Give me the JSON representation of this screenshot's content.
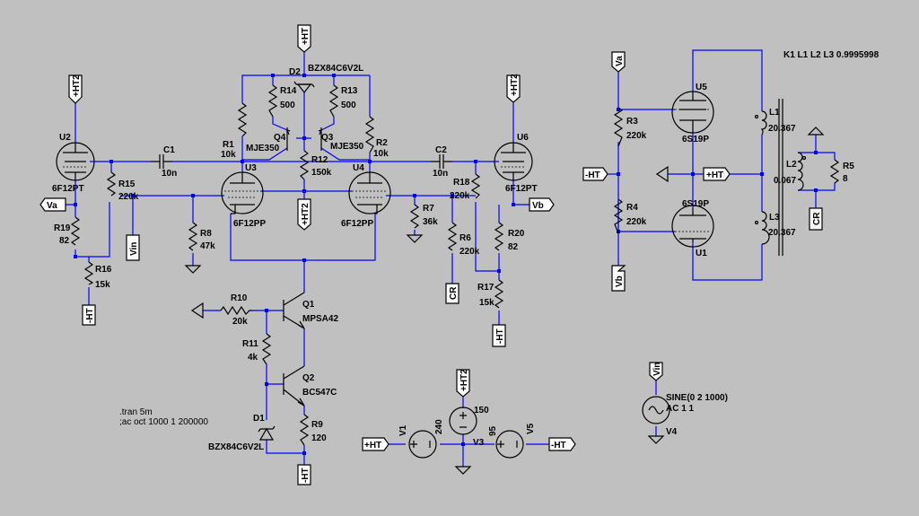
{
  "colors": {
    "background": "#c0c0c0",
    "wire": "#0000ff",
    "component": "#000000",
    "flag_fill": "#ffffff"
  },
  "directives": {
    "tran": ".tran 5m",
    "ac": ";ac oct 1000 1 200000",
    "coupling": "K1 L1 L2 L3 0.9995998"
  },
  "tubes": {
    "U2": {
      "ref": "U2",
      "model": "6F12PT"
    },
    "U3": {
      "ref": "U3",
      "model": "6F12PP"
    },
    "U4": {
      "ref": "U4",
      "model": "6F12PP"
    },
    "U6": {
      "ref": "U6",
      "model": "6F12PT"
    },
    "U5": {
      "ref": "U5",
      "model": "6S19P"
    },
    "U1": {
      "ref": "U1",
      "model": "6S19P"
    }
  },
  "transistors": {
    "Q1": {
      "ref": "Q1",
      "model": "MPSA42"
    },
    "Q2": {
      "ref": "Q2",
      "model": "BC547C"
    },
    "Q3": {
      "ref": "Q3",
      "model": "MJE350"
    },
    "Q4": {
      "ref": "Q4",
      "model": "MJE350"
    }
  },
  "diodes": {
    "D1": {
      "ref": "D1",
      "model": "BZX84C6V2L"
    },
    "D2": {
      "ref": "D2",
      "model": "BZX84C6V2L"
    }
  },
  "resistors": {
    "R1": {
      "ref": "R1",
      "value": "10k"
    },
    "R2": {
      "ref": "R2",
      "value": "10k"
    },
    "R3": {
      "ref": "R3",
      "value": "220k"
    },
    "R4": {
      "ref": "R4",
      "value": "220k"
    },
    "R5": {
      "ref": "R5",
      "value": "8"
    },
    "R6": {
      "ref": "R6",
      "value": "220k"
    },
    "R7": {
      "ref": "R7",
      "value": "36k"
    },
    "R8": {
      "ref": "R8",
      "value": "47k"
    },
    "R9": {
      "ref": "R9",
      "value": "120"
    },
    "R10": {
      "ref": "R10",
      "value": "20k"
    },
    "R11": {
      "ref": "R11",
      "value": "4k"
    },
    "R12": {
      "ref": "R12",
      "value": "150k"
    },
    "R13": {
      "ref": "R13",
      "value": "500"
    },
    "R14": {
      "ref": "R14",
      "value": "500"
    },
    "R15": {
      "ref": "R15",
      "value": "220k"
    },
    "R16": {
      "ref": "R16",
      "value": "15k"
    },
    "R17": {
      "ref": "R17",
      "value": "15k"
    },
    "R18": {
      "ref": "R18",
      "value": "220k"
    },
    "R19": {
      "ref": "R19",
      "value": "82"
    },
    "R20": {
      "ref": "R20",
      "value": "82"
    }
  },
  "capacitors": {
    "C1": {
      "ref": "C1",
      "value": "10n"
    },
    "C2": {
      "ref": "C2",
      "value": "10n"
    }
  },
  "inductors": {
    "L1": {
      "ref": "L1",
      "value": "20.367"
    },
    "L2": {
      "ref": "L2",
      "value": "0.067"
    },
    "L3": {
      "ref": "L3",
      "value": "20.367"
    }
  },
  "sources": {
    "V1": {
      "ref": "V1",
      "value": "240"
    },
    "V3": {
      "ref": "V3",
      "value": "150"
    },
    "V5": {
      "ref": "V5",
      "value": "95"
    },
    "V4": {
      "ref": "V4",
      "value": "SINE(0 2 1000)",
      "value2": "AC 1 1"
    }
  },
  "nets": {
    "ht_plus": "+HT",
    "ht_minus": "-HT",
    "ht2": "+HT2",
    "va": "Va",
    "vb": "Vb",
    "vin": "Vin",
    "cr": "CR"
  }
}
